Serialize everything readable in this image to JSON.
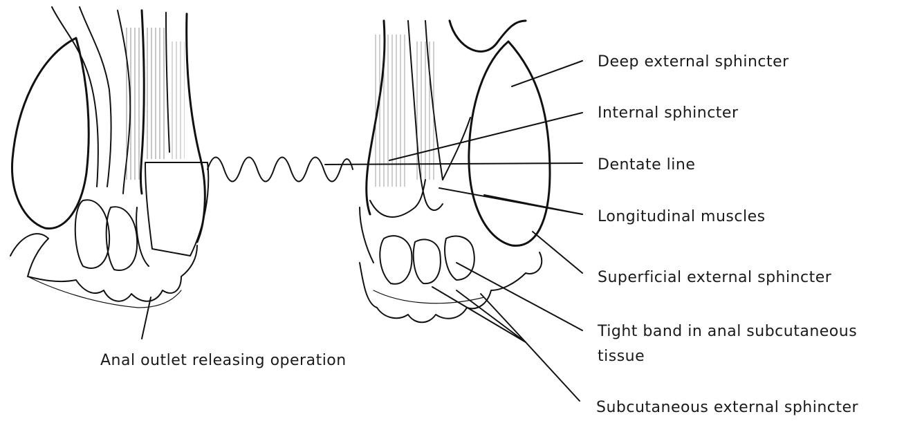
{
  "labels": {
    "deep_external_sphincter": "Deep external sphincter",
    "internal_sphincter": "Internal sphincter",
    "dentate_line": "Dentate line",
    "longitudinal_muscles": "Longitudinal muscles",
    "superficial_external_sphincter": "Superficial external sphincter",
    "tight_band_line1": "Tight band in anal subcutaneous",
    "tight_band_line2": "tissue",
    "subcutaneous_external_sphincter": "Subcutaneous external sphincter",
    "operation": "Anal outlet releasing operation"
  },
  "colors": {
    "ink": "#111111",
    "background": "#ffffff"
  }
}
